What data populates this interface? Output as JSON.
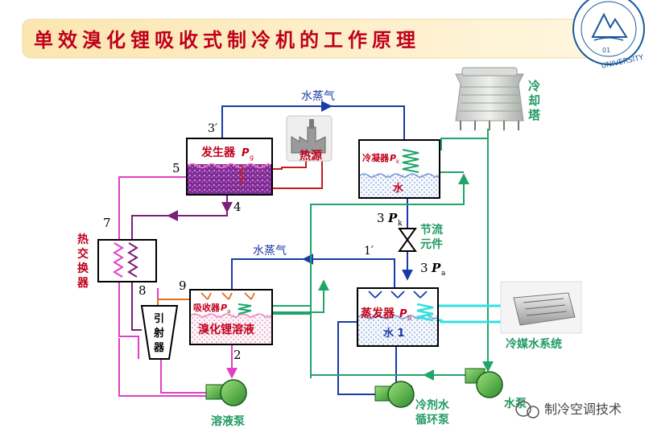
{
  "header": {
    "title": "单效溴化锂吸收式制冷机的工作原理",
    "logo_text": "UNIVERSITY",
    "logo_number": "01"
  },
  "labels": {
    "vapor_top": "水蒸气",
    "vapor_mid": "水蒸气",
    "num_3prime": "3′",
    "num_5": "5",
    "num_4": "4",
    "num_7": "7",
    "num_8": "8",
    "num_9": "9",
    "num_2": "2",
    "num_1prime": "1′",
    "num_3pk": "3",
    "num_3pa": "3",
    "sym_pk": "P",
    "sub_pk": "k",
    "sym_pa": "P",
    "sub_pa": "a",
    "generator": "发生器",
    "gen_sym": "P",
    "gen_sub": "g",
    "heat_source": "热源",
    "condenser": "冷凝器",
    "cond_sym": "P",
    "cond_sub": "k",
    "cond_water": "水",
    "cooling_tower": [
      "冷",
      "却",
      "塔"
    ],
    "throttle": [
      "节流",
      "元件"
    ],
    "heat_exchanger": [
      "热",
      "交",
      "换",
      "器"
    ],
    "ejector": [
      "引",
      "射",
      "器"
    ],
    "absorber": "吸收器",
    "abs_sym": "P",
    "abs_sub": "a",
    "libr_solution": "溴化锂溶液",
    "evaporator": "蒸发器",
    "evap_sym": "P",
    "evap_sub": "0",
    "evap_water": "水 1",
    "chilled_water_system": "冷媒水系统",
    "solution_pump": "溶液泵",
    "refrigerant_pump": [
      "冷剂水",
      "循环泵"
    ],
    "water_pump_partial": "水泵",
    "watermark": "制冷空调技术"
  },
  "colors": {
    "title_red": "#c0001a",
    "vapor_blue": "#1a3aa8",
    "cooling_green": "#1fa56a",
    "solution_pink": "#e040c8",
    "solution_purple": "#7a1f7a",
    "heat_red": "#c41e1e",
    "chilled_cyan": "#33e0e0",
    "orange": "#e0701a"
  }
}
